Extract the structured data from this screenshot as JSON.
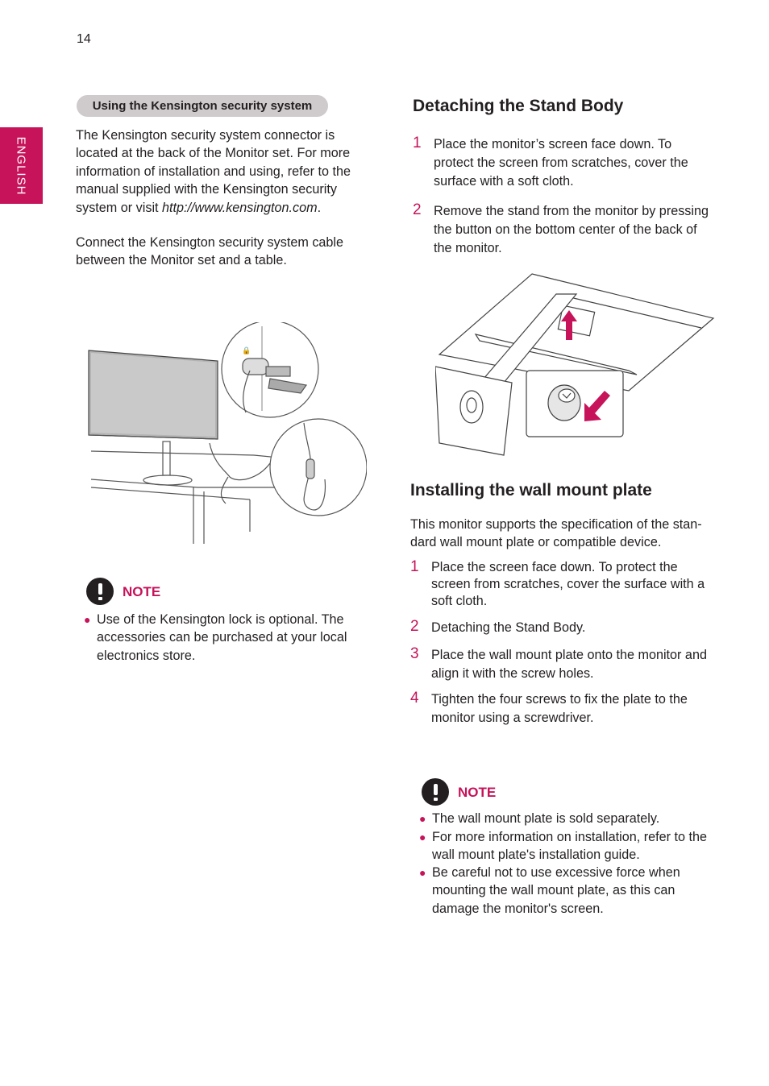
{
  "page": {
    "number": "14",
    "language_tab": "ENGLISH"
  },
  "kensington": {
    "heading": "Using the Kensington security system",
    "para1_a": "The Kensington security system connector is located at the back of the Monitor set. For more information of installation and using, refer to the manual supplied with the Kensington security system or visit ",
    "para1_link": "http://www.kensington.com",
    "para1_end": ".",
    "para2": "Connect the Kensington security system cable between the Monitor set and a table.",
    "note_label": "NOTE",
    "note_items": [
      "Use of the Kensington lock is optional. The accessories can be purchased at your local electronics store."
    ]
  },
  "detach": {
    "heading": "Detaching the Stand Body",
    "steps": [
      {
        "n": "1",
        "text": "Place the monitor’s screen face down. To protect the screen from scratches, cover the surface with a soft cloth."
      },
      {
        "n": "2",
        "text": "Remove the stand from the monitor by pressing the button on the bottom center of the back of the monitor."
      }
    ]
  },
  "wall": {
    "heading": "Installing the wall mount plate",
    "intro": "This monitor supports the specification of the stan-dard wall mount plate or compatible device.",
    "steps": [
      {
        "n": "1",
        "text": "Place the screen face down. To protect the screen from scratches, cover the surface with a soft cloth."
      },
      {
        "n": "2",
        "text": "Detaching the Stand Body."
      },
      {
        "n": "3",
        "text": "Place the wall mount plate onto the monitor and align it with the screw holes."
      },
      {
        "n": "4",
        "text": "Tighten the four screws to fix the plate to the monitor using a screwdriver."
      }
    ],
    "note_label": "NOTE",
    "note_items": [
      "The wall mount plate is sold separately.",
      "For more information on installation, refer to the wall mount plate's installation guide.",
      "Be careful not to use excessive force when mounting the wall mount plate, as this can damage the monitor's screen."
    ]
  },
  "colors": {
    "accent": "#c6135a",
    "pill": "#cfcacb",
    "text": "#231f20"
  },
  "icons": [
    "note-exclamation-icon",
    "lock-icon",
    "arrow-up-icon",
    "arrow-down-left-icon"
  ]
}
